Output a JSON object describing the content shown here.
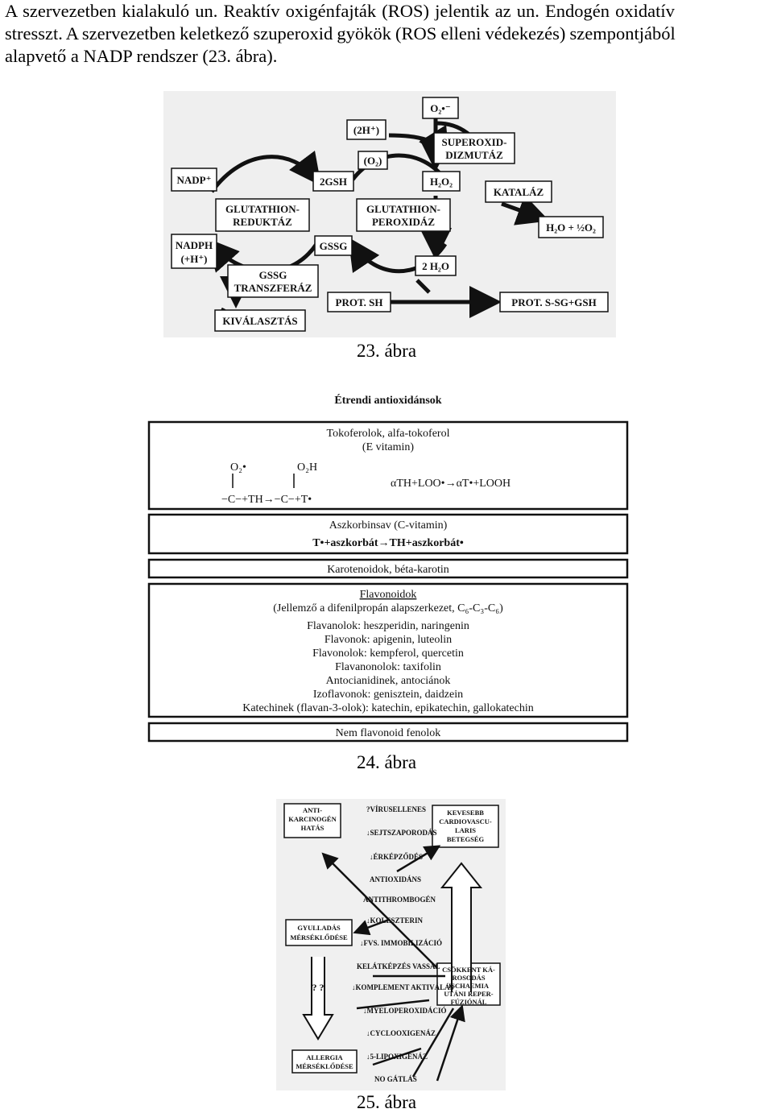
{
  "paragraph": {
    "lines": [
      "A szervezetben kialakuló un. Reaktív oxigénfajták (ROS) jelentik az un. Endogén oxidatív",
      "stresszt. A szervezetben keletkező szuperoxid gyökök (ROS elleni védekezés) szempontjából",
      "alapvető a NADP rendszer (23. ábra)."
    ]
  },
  "fig23": {
    "caption": "23. ábra",
    "o2_radical": "O₂•⁻",
    "two_h": "(2H⁺)",
    "o2": "(O₂)",
    "sod_1": "SUPEROXID-",
    "sod_2": "DIZMUTÁZ",
    "nadp": "NADP⁺",
    "gsh2": "2GSH",
    "h2o2": "H₂O₂",
    "catalase": "KATALÁZ",
    "gr_1": "GLUTATHION-",
    "gr_2": "REDUKTÁZ",
    "gpx_1": "GLUTATHION-",
    "gpx_2": "PEROXIDÁZ",
    "products": "H₂O + ½O₂",
    "nadph_1": "NADPH",
    "nadph_2": "(+H⁺)",
    "gssg": "GSSG",
    "water2": "2 H₂O",
    "gt_1": "GSSG",
    "gt_2": "TRANSZFERÁZ",
    "prot_sh": "PROT. SH",
    "prot_ssg": "PROT. S-SG+GSH",
    "secretion": "KIVÁLASZTÁS"
  },
  "fig24": {
    "caption": "24. ábra",
    "title": "Étrendi antioxidánsok",
    "box1_line1": "Tokoferolok, alfa-tokoferol",
    "box1_line2": "(E vitamin)",
    "box1_o2r": "O₂•",
    "box1_o2h": "O₂H",
    "box1_chain": "−C−+TH→−C−+T•",
    "box1_reaction": "αTH+LOO•→αT•+LOOH",
    "box2_line1": "Aszkorbinsav (C-vitamin)",
    "box2_reaction": "T•+aszkorbát→TH+aszkorbát•",
    "box3_line": "Karotenoidok, béta-karotin",
    "box4_title": "Flavonoidok",
    "box4_desc": "(Jellemző a difenilpropán alapszerkezet, C₆-C₃-C₆)",
    "box4_items": [
      "Flavanolok: heszperidin, naringenin",
      "Flavonok: apigenin, luteolin",
      "Flavonolok: kempferol, quercetin",
      "Flavanonolok: taxifolin",
      "Antocianidinek, antociánok",
      "Izoflavonok: genisztein, daidzein",
      "Katechinek (flavan-3-olok): katechin, epikatechin, gallokatechin"
    ],
    "box5_line": "Nem flavonoid fenolok"
  },
  "fig25": {
    "caption": "25. ábra",
    "box_anti": [
      "ANTI-",
      "KARCINOGÉN",
      "HATÁS"
    ],
    "box_cardio": [
      "KEVESEBB",
      "CARDIOVASCU-",
      "LARIS",
      "BETEGSÉG"
    ],
    "box_gyull": [
      "GYULLADÁS",
      "MÉRSÉKLŐDÉSE"
    ],
    "box_csokk": [
      "CSÖKKENT KÁ-",
      "ROSODÁS",
      "ISCHAEMIA",
      "UTÁNI REPER-",
      "FÚZIÓNÁL"
    ],
    "box_allergia": [
      "ALLERGIA",
      "MÉRSÉKLŐDÉSE"
    ],
    "question_marks": "?    ?",
    "list": [
      "?VÍRUSELLENES",
      "↓SEJTSZAPORODÁS",
      "↓ÉRKÉPZŐDÉS",
      "ANTIOXIDÁNS",
      "ANTITHROMBOGÉN",
      "↓KOLESZTERIN",
      "↓FVS. IMMOBILIZÁCIÓ",
      "KELÁTKÉPZÉS VASSAL",
      "↓KOMPLEMENT AKTIVÁLÁS",
      "↓MYELOPEROXIDÁCIÓ",
      "↓CYCLOOXIGENÁZ",
      "↓5-LIPOXIGENÁZ",
      "NO GÁTLÁS"
    ]
  }
}
